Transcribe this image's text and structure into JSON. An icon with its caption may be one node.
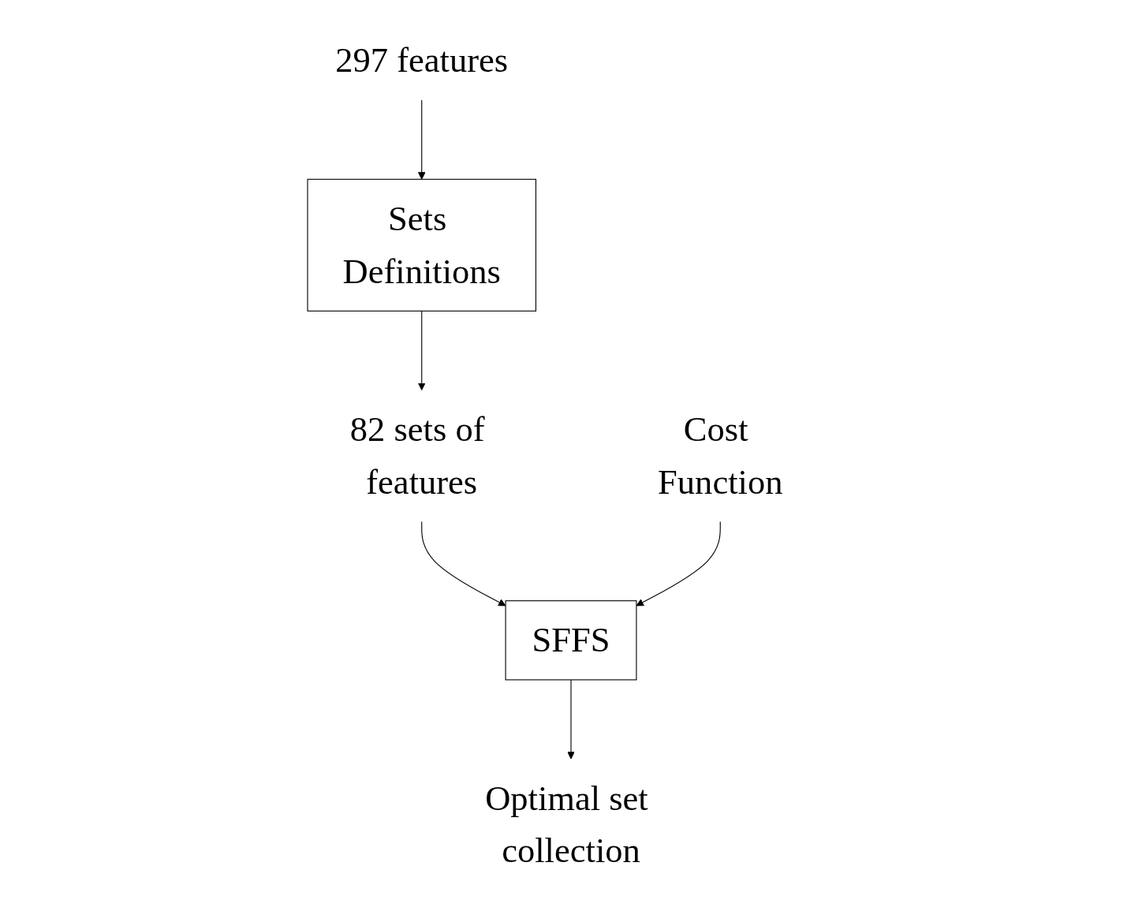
{
  "diagram": {
    "nodes": [
      {
        "text": [
          "Sets Definitions"
        ]
      },
      {
        "text": [
          "297 features"
        ]
      },
      {
        "text": [
          "82 sets of features"
        ]
      },
      {
        "text": [
          "SFFS"
        ]
      },
      {
        "text": [
          "Cost Function"
        ]
      },
      {
        "text": [
          "Optimal set collection"
        ]
      }
    ],
    "edges": [
      {
        "from": 1,
        "to": 0,
        "arrow": "to"
      },
      {
        "from": 0,
        "to": 2,
        "arrow": "to"
      },
      {
        "from": 2,
        "to": 3,
        "arrow": "to"
      },
      {
        "from": 4,
        "to": 3,
        "arrow": "to"
      },
      {
        "from": 3,
        "to": 5,
        "arrow": "to"
      }
    ]
  }
}
